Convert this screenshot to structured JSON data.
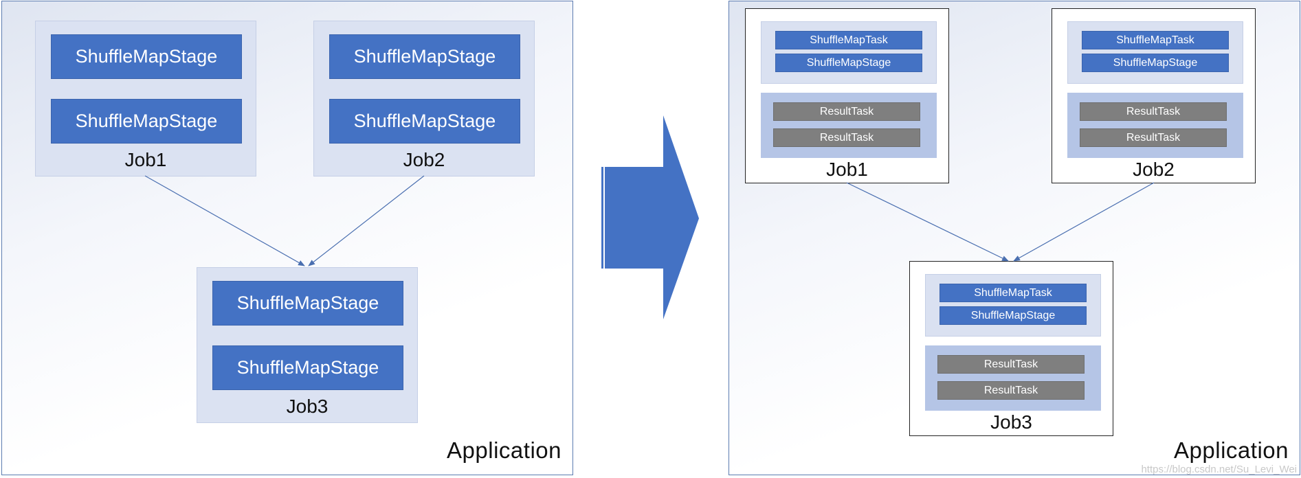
{
  "left_panel": {
    "app_label": "Application",
    "jobs": [
      {
        "label": "Job1",
        "stages": [
          "ShuffleMapStage",
          "ShuffleMapStage"
        ]
      },
      {
        "label": "Job2",
        "stages": [
          "ShuffleMapStage",
          "ShuffleMapStage"
        ]
      },
      {
        "label": "Job3",
        "stages": [
          "ShuffleMapStage",
          "ShuffleMapStage"
        ]
      }
    ]
  },
  "right_panel": {
    "app_label": "Application",
    "jobs": [
      {
        "label": "Job1",
        "map_group": [
          "ShuffleMapTask",
          "ShuffleMapStage"
        ],
        "result_group": [
          "ResultTask",
          "ResultTask"
        ]
      },
      {
        "label": "Job2",
        "map_group": [
          "ShuffleMapTask",
          "ShuffleMapStage"
        ],
        "result_group": [
          "ResultTask",
          "ResultTask"
        ]
      },
      {
        "label": "Job3",
        "map_group": [
          "ShuffleMapTask",
          "ShuffleMapStage"
        ],
        "result_group": [
          "ResultTask",
          "ResultTask"
        ]
      }
    ]
  },
  "watermark": "https://blog.csdn.net/Su_Levi_Wei",
  "colors": {
    "stage_blue": "#4472c4",
    "task_gray": "#7f7f7f",
    "job_fill": "#dbe2f2",
    "result_group_fill": "#b5c5e6",
    "arrow_blue": "#4472c4",
    "connector": "#4a6fb0"
  },
  "icons": [
    "transform-arrow-icon"
  ]
}
